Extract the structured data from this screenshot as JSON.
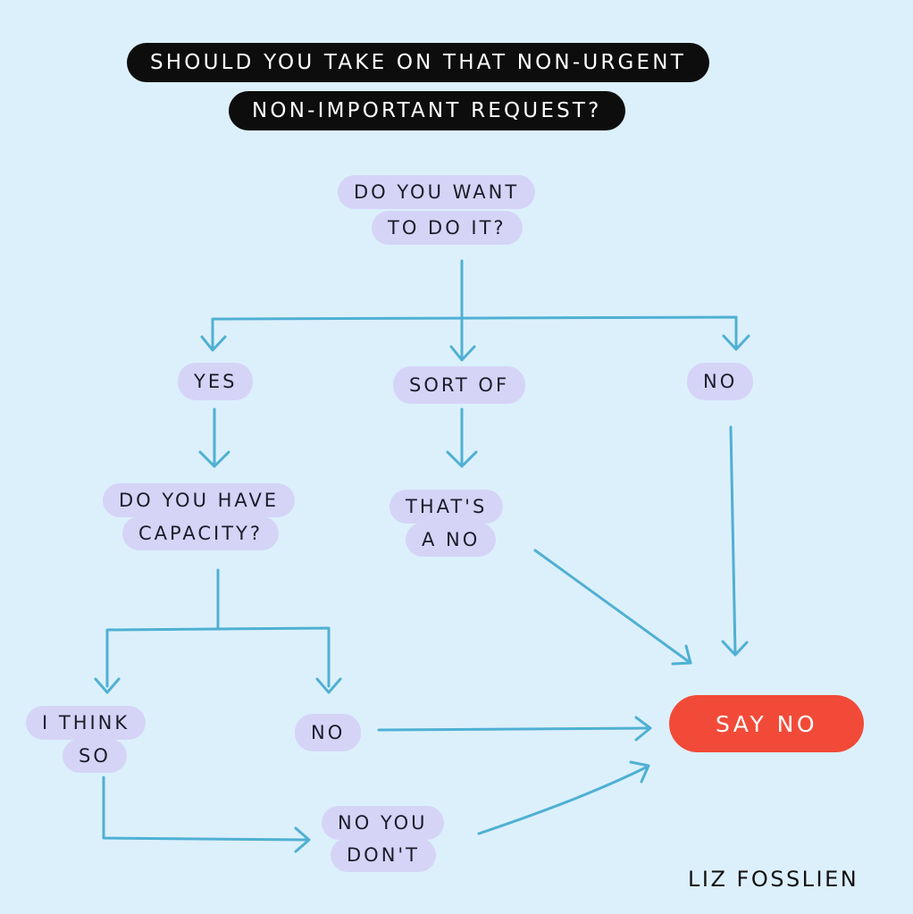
{
  "title": {
    "line1": "SHOULD YOU TAKE ON THAT NON-URGENT",
    "line2": "NON-IMPORTANT REQUEST?"
  },
  "nodes": {
    "q_want": {
      "line1": "DO YOU WANT",
      "line2": "TO DO IT?"
    },
    "yes": {
      "label": "YES"
    },
    "sort_of": {
      "label": "SORT OF"
    },
    "no_top": {
      "label": "NO"
    },
    "q_capacity": {
      "line1": "DO YOU HAVE",
      "line2": "CAPACITY?"
    },
    "thats_a_no": {
      "line1": "THAT'S",
      "line2": "A NO"
    },
    "i_think_so": {
      "line1": "I THINK",
      "line2": "SO"
    },
    "no_capacity": {
      "label": "NO"
    },
    "no_you_dont": {
      "line1": "NO YOU",
      "line2": "DON'T"
    },
    "say_no": {
      "label": "SAY NO"
    }
  },
  "signature": "LIZ FOSSLIEN",
  "colors": {
    "background": "#dcf0fc",
    "pill": "#d5d4f7",
    "arrow": "#4fb0d3",
    "title_bg": "#0d0d0d",
    "say_no_bg": "#f24a38"
  }
}
